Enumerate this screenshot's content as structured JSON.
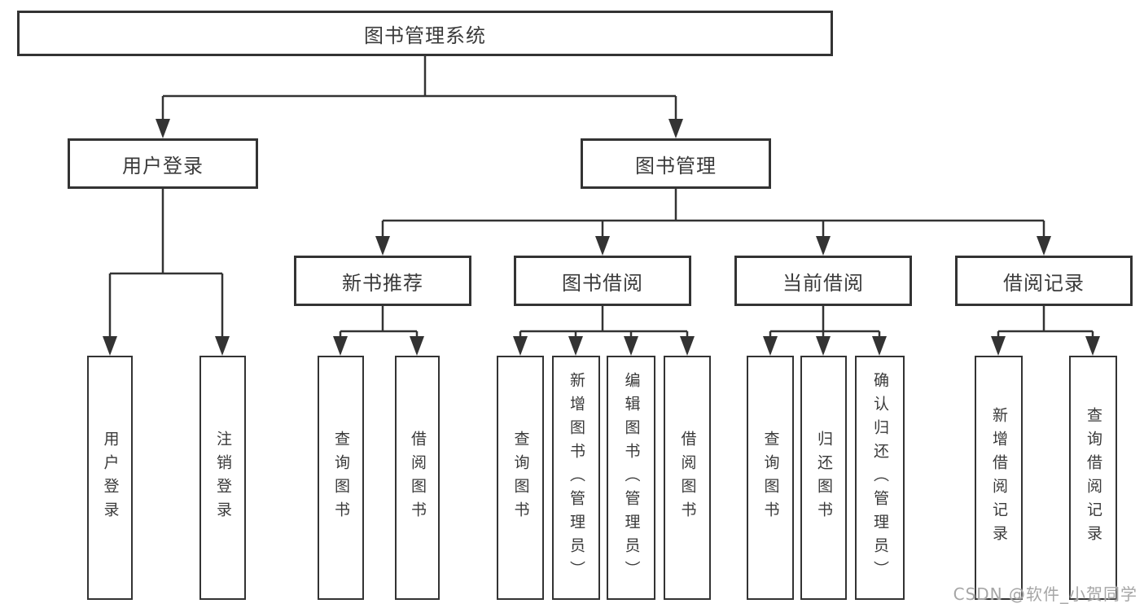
{
  "colors": {
    "line": "#333333",
    "text": "#3a3a3a",
    "watermark": "#a6a6a6",
    "background": "#ffffff"
  },
  "diagram": {
    "root": {
      "label": "图书管理系统"
    },
    "branches": [
      {
        "label": "用户登录",
        "children": [
          {
            "label": "用户登录"
          },
          {
            "label": "注销登录"
          }
        ]
      },
      {
        "label": "图书管理",
        "children": [
          {
            "label": "新书推荐",
            "children": [
              {
                "label": "查询图书"
              },
              {
                "label": "借阅图书"
              }
            ]
          },
          {
            "label": "图书借阅",
            "children": [
              {
                "label": "查询图书"
              },
              {
                "label": "新增图书（管理员）"
              },
              {
                "label": "编辑图书（管理员）"
              },
              {
                "label": "借阅图书"
              }
            ]
          },
          {
            "label": "当前借阅",
            "children": [
              {
                "label": "查询图书"
              },
              {
                "label": "归还图书"
              },
              {
                "label": "确认归还（管理员）"
              }
            ]
          },
          {
            "label": "借阅记录",
            "children": [
              {
                "label": "新增借阅记录"
              },
              {
                "label": "查询借阅记录"
              }
            ]
          }
        ]
      }
    ],
    "watermark": "CSDN @软件_小贺同学"
  }
}
